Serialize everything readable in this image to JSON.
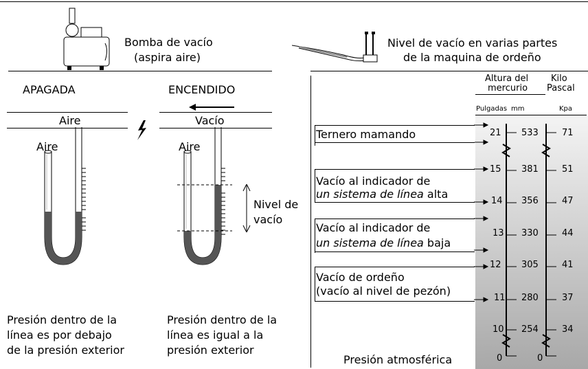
{
  "header": {
    "pump_title": "Bomba de vacío",
    "pump_sub": "(aspira aire)",
    "machine_title": "Nivel de vacío en varias partes",
    "machine_sub": "de la maquina de ordeño"
  },
  "left": {
    "off_label": "APAGADA",
    "off_air_top": "Aire",
    "off_air_tube": "Aire",
    "off_caption": [
      "Presión dentro de la",
      "línea es por debajo",
      "de la presión exterior"
    ],
    "on_label": "ENCENDIDO",
    "on_vacuum_top": "Vacío",
    "on_air_tube": "Aire",
    "level_label": [
      "Nivel de",
      "vacío"
    ],
    "on_caption": [
      "Presión dentro de la",
      "línea es igual a la",
      "presión exterior"
    ]
  },
  "right": {
    "col_mercury": [
      "Altura del",
      "mercurio"
    ],
    "col_kpa": [
      "Kilo",
      "Pascal"
    ],
    "sub_inches": "Pulgadas",
    "sub_mm": "mm",
    "sub_kpa": "Kpa",
    "scale": [
      {
        "in": "21",
        "mm": "533",
        "kpa": "71"
      },
      {
        "in": "15",
        "mm": "381",
        "kpa": "51"
      },
      {
        "in": "14",
        "mm": "356",
        "kpa": "47"
      },
      {
        "in": "13",
        "mm": "330",
        "kpa": "44"
      },
      {
        "in": "12",
        "mm": "305",
        "kpa": "41"
      },
      {
        "in": "11",
        "mm": "280",
        "kpa": "37"
      },
      {
        "in": "10",
        "mm": "254",
        "kpa": "34"
      },
      {
        "in": "0",
        "mm": "",
        "kpa": "0"
      }
    ],
    "labels": {
      "calf": "Ternero mamando",
      "high1": "Vacío al indicador de",
      "high2_em": "un sistema de línea",
      "high2_rest": " alta",
      "low1": "Vacío al indicador de",
      "low2_em": "un sistema de línea",
      "low2_rest": " baja",
      "milk1": "Vacío de ordeño",
      "milk2": "(vacío al nivel de pezón)",
      "atmos": "Presión atmosférica"
    }
  },
  "colors": {
    "mercury": "#555555",
    "tube_fill": "#c8c8c8",
    "gradient_top": "#f4f4f4",
    "gradient_bottom": "#a8a8a8"
  }
}
